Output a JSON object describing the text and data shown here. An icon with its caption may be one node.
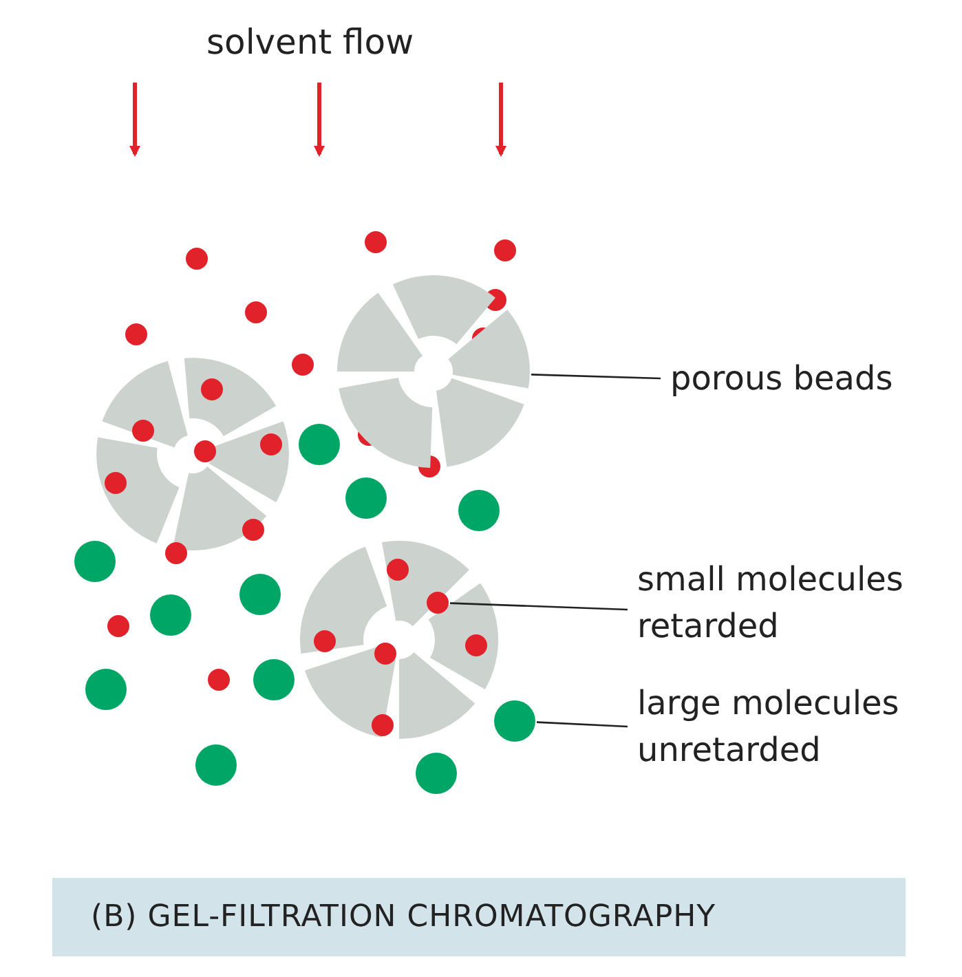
{
  "diagram": {
    "caption": "(B) GEL-FILTRATION CHROMATOGRAPHY",
    "nodes": [
      {
        "text": [
          "porous beads"
        ]
      },
      {
        "text": [],
        "shape": "circle"
      },
      {
        "text": [
          "small molecules retarded"
        ]
      },
      {
        "text": [],
        "shape": "circle"
      },
      {
        "text": [
          "large molecules unretarded"
        ]
      },
      {
        "text": [],
        "shape": "circle"
      }
    ],
    "edges": [
      {
        "from": 0,
        "to": 1,
        "arrow": "none"
      },
      {
        "from": 2,
        "to": 3,
        "arrow": "none"
      },
      {
        "from": 4,
        "to": 5,
        "arrow": "none"
      }
    ],
    "labels": [
      "solvent flow"
    ]
  }
}
